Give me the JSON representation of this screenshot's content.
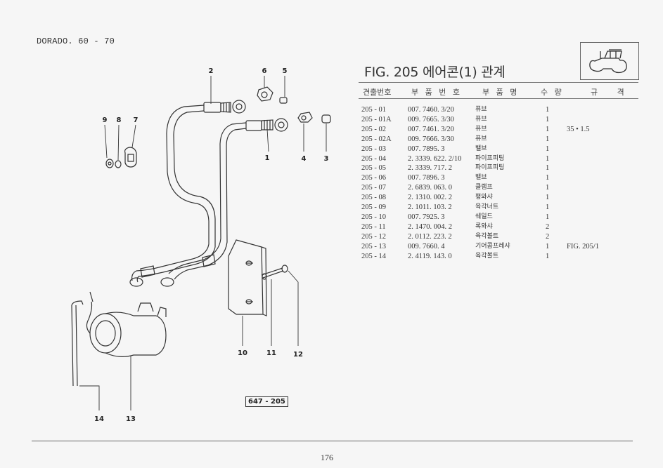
{
  "header": {
    "model": "DORADO. 60 - 70",
    "figure_title": "FIG. 205 에어콘(1) 관계",
    "thumbnail_icon": "tractor-icon"
  },
  "table": {
    "columns": [
      "견출번호",
      "부 품 번 호",
      "부 품 명",
      "수 량",
      "규  격"
    ],
    "rows": [
      {
        "ref": "205 - 01",
        "part": "007. 7460. 3/20",
        "name": "퓨브",
        "qty": "1",
        "spec": ""
      },
      {
        "ref": "205 - 01A",
        "part": "009. 7665. 3/30",
        "name": "퓨브",
        "qty": "1",
        "spec": ""
      },
      {
        "ref": "205 - 02",
        "part": "007. 7461. 3/20",
        "name": "퓨브",
        "qty": "1",
        "spec": "35 • 1.5"
      },
      {
        "ref": "205 - 02A",
        "part": "009. 7666. 3/30",
        "name": "퓨브",
        "qty": "1",
        "spec": ""
      },
      {
        "ref": "205 - 03",
        "part": "007. 7895. 3",
        "name": "밸브",
        "qty": "1",
        "spec": ""
      },
      {
        "ref": "205 - 04",
        "part": "2. 3339. 622. 2/10",
        "name": "파이프피팅",
        "qty": "1",
        "spec": ""
      },
      {
        "ref": "205 - 05",
        "part": "2. 3339. 717. 2",
        "name": "파이프피팅",
        "qty": "1",
        "spec": ""
      },
      {
        "ref": "205 - 06",
        "part": "007. 7896. 3",
        "name": "밸브",
        "qty": "1",
        "spec": ""
      },
      {
        "ref": "205 - 07",
        "part": "2. 6839. 063. 0",
        "name": "클램프",
        "qty": "1",
        "spec": ""
      },
      {
        "ref": "205 - 08",
        "part": "2. 1310. 002. 2",
        "name": "평와샤",
        "qty": "1",
        "spec": ""
      },
      {
        "ref": "205 - 09",
        "part": "2. 1011. 103. 2",
        "name": "육각너트",
        "qty": "1",
        "spec": ""
      },
      {
        "ref": "205 - 10",
        "part": "007. 7925. 3",
        "name": "쉐일드",
        "qty": "1",
        "spec": ""
      },
      {
        "ref": "205 - 11",
        "part": "2. 1470. 004. 2",
        "name": "록와샤",
        "qty": "2",
        "spec": ""
      },
      {
        "ref": "205 - 12",
        "part": "2. 0112. 223. 2",
        "name": "육각볼트",
        "qty": "2",
        "spec": ""
      },
      {
        "ref": "205 - 13",
        "part": "009. 7660. 4",
        "name": "기어콤프레샤",
        "qty": "1",
        "spec": "FIG. 205/1"
      },
      {
        "ref": "205 - 14",
        "part": "2. 4119. 143. 0",
        "name": "육각볼트",
        "qty": "1",
        "spec": ""
      }
    ]
  },
  "diagram": {
    "callouts": [
      "1",
      "2",
      "3",
      "4",
      "5",
      "6",
      "7",
      "8",
      "9",
      "10",
      "11",
      "12",
      "13",
      "14"
    ],
    "reference_code": "647 - 205"
  },
  "footer": {
    "page_number": "176"
  }
}
